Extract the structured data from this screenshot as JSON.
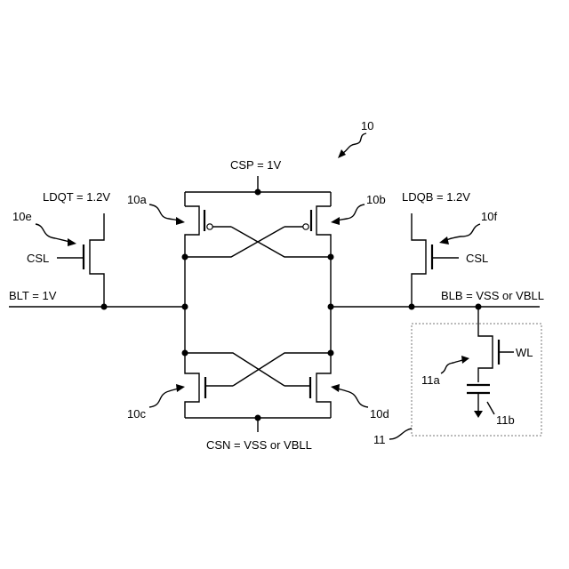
{
  "labels": {
    "circuit_ref": "10",
    "csp": "CSP = 1V",
    "csn": "CSN = VSS or VBLL",
    "ldqt": "LDQT = 1.2V",
    "ldqb": "LDQB = 1.2V",
    "csl_left": "CSL",
    "csl_right": "CSL",
    "blt": "BLT = 1V",
    "blb": "BLB = VSS or VBLL",
    "wl": "WL",
    "t10a": "10a",
    "t10b": "10b",
    "t10c": "10c",
    "t10d": "10d",
    "t10e": "10e",
    "t10f": "10f",
    "t11": "11",
    "t11a": "11a",
    "t11b": "11b"
  }
}
